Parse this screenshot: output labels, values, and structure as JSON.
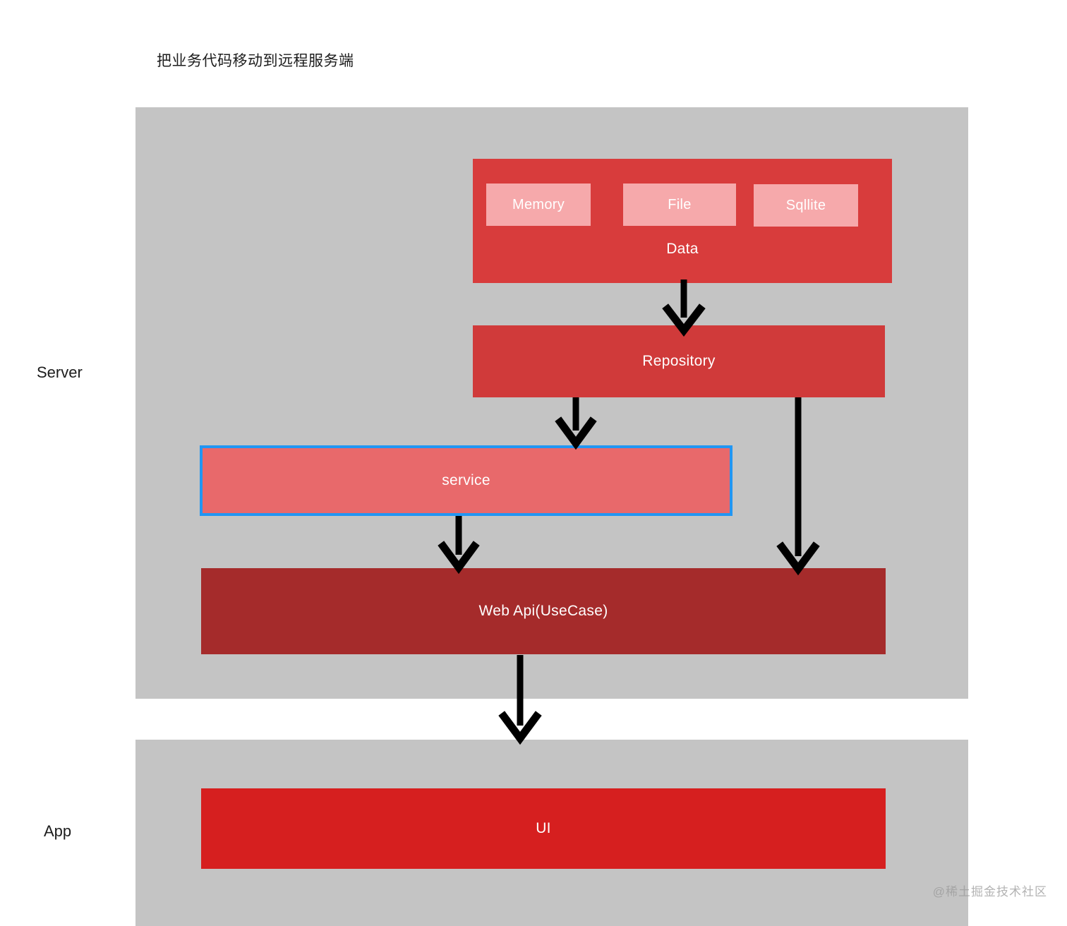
{
  "title": "把业务代码移动到远程服务端",
  "watermark": "@稀土掘金技术社区",
  "side_labels": {
    "server": "Server",
    "app": "App"
  },
  "colors": {
    "panel_gray": "#c4c4c4",
    "data_red": "#d83c3c",
    "subbox_pink": "#f6a9ab",
    "repository_red": "#d03a3a",
    "service_salmon": "#e8696b",
    "service_border_blue": "#2196f3",
    "webapi_dark_red": "#a52b2b",
    "ui_red": "#d61f1f",
    "arrow_black": "#000000"
  },
  "server_panel": {
    "data": {
      "label": "Data",
      "sources": [
        {
          "label": "Memory"
        },
        {
          "label": "File"
        },
        {
          "label": "Sqllite"
        }
      ]
    },
    "repository": {
      "label": "Repository"
    },
    "service": {
      "label": "service",
      "selected": true
    },
    "webapi": {
      "label": "Web Api(UseCase)"
    }
  },
  "app_panel": {
    "ui": {
      "label": "UI"
    }
  },
  "arrows": [
    {
      "name": "data-to-repository",
      "from": "Data",
      "to": "Repository"
    },
    {
      "name": "repository-to-service",
      "from": "Repository",
      "to": "service"
    },
    {
      "name": "repository-to-webapi",
      "from": "Repository",
      "to": "Web Api(UseCase)"
    },
    {
      "name": "service-to-webapi",
      "from": "service",
      "to": "Web Api(UseCase)"
    },
    {
      "name": "webapi-to-ui",
      "from": "Web Api(UseCase)",
      "to": "UI"
    }
  ]
}
